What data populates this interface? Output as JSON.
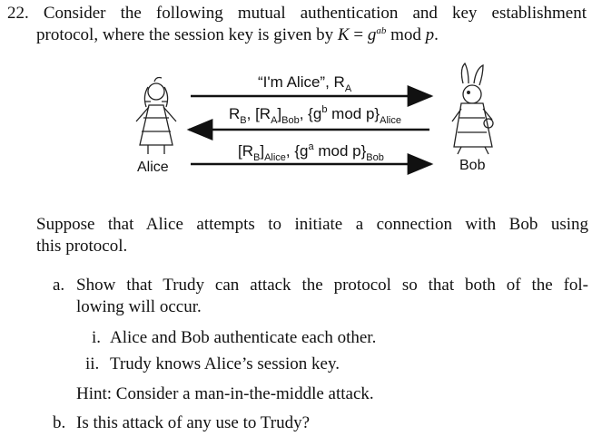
{
  "question": {
    "number": "22.",
    "line1": "Consider the following mutual authentication and key establishment",
    "line2_prefix": "protocol, where the session key is given by ",
    "line2_math_K": "K",
    "line2_math_eq": " = ",
    "line2_math_g": "g",
    "line2_math_exp": "ab",
    "line2_math_mod": " mod ",
    "line2_math_p": "p",
    "line2_suffix": "."
  },
  "diagram": {
    "alice_label": "Alice",
    "bob_label": "Bob",
    "msg1": {
      "text": "“I'm Alice”, R",
      "sub": "A"
    },
    "msg2": {
      "p1": "R",
      "s1": "B",
      "p2": ", [R",
      "s2": "A",
      "p3": "]",
      "s3": "Bob",
      "p4": ", {g",
      "sup": "b",
      "p5": " mod p}",
      "s4": "Alice"
    },
    "msg3": {
      "p1": "[R",
      "s1": "B",
      "p2": "]",
      "s2": "Alice",
      "p3": ", {g",
      "sup": "a",
      "p4": " mod p}",
      "s3": "Bob"
    }
  },
  "body": {
    "para1_line1": "Suppose that Alice attempts to initiate a connection with Bob using",
    "para1_line2": "this protocol.",
    "a_label": "a.",
    "a_line1": "Show that Trudy can attack the protocol so that both of the fol-",
    "a_line2": "lowing will occur.",
    "i_label": "i.",
    "i_text": "Alice and Bob authenticate each other.",
    "ii_label": "ii.",
    "ii_text": "Trudy knows Alice’s session key.",
    "hint": "Hint: Consider a man-in-the-middle attack.",
    "b_label": "b.",
    "b_text": "Is this attack of any use to Trudy?"
  }
}
